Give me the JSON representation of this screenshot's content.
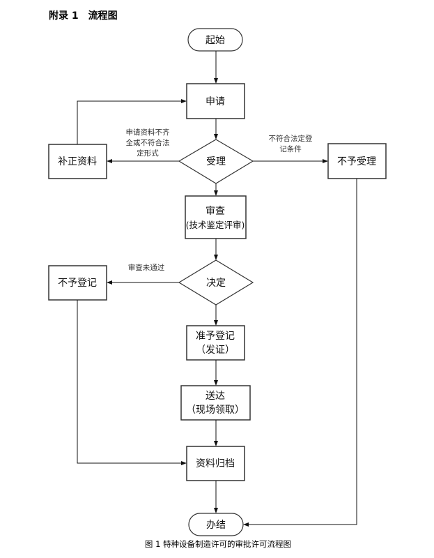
{
  "title": "附录 1　流程图",
  "caption": "图 1 特种设备制造许可的审批许可流程图",
  "nodes": {
    "start": [
      "起始"
    ],
    "apply": [
      "申请"
    ],
    "accept": [
      "受理"
    ],
    "supplement": [
      "补正资料"
    ],
    "reject_accept": [
      "不予受理"
    ],
    "review": [
      "审查",
      "(技术鉴定评审)"
    ],
    "decide": [
      "决定"
    ],
    "reject_register": [
      "不予登记"
    ],
    "approve": [
      "准予登记",
      "（发证）"
    ],
    "deliver": [
      "送达",
      "（现场领取）"
    ],
    "archive": [
      "资料归档"
    ],
    "end": [
      "办结"
    ]
  },
  "edge_labels": {
    "incomplete": [
      "申请资料不齐",
      "全或不符合法",
      "定形式"
    ],
    "not_qualified": [
      "不符合法定登",
      "记条件"
    ],
    "review_failed": [
      "审查未通过"
    ]
  }
}
